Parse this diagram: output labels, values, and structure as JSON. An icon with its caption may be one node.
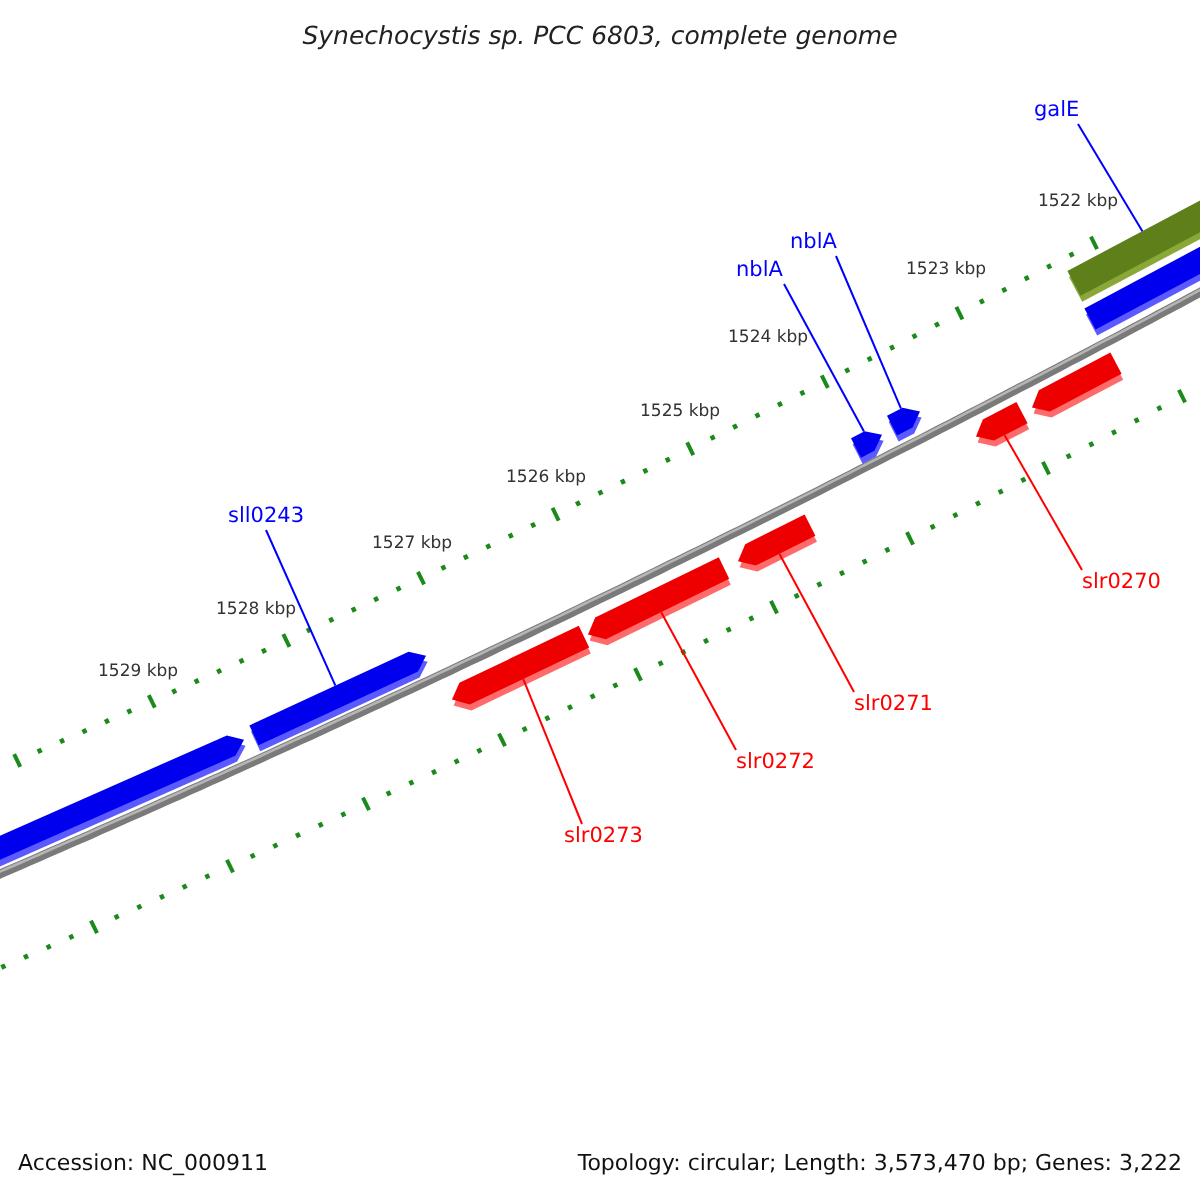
{
  "diagram": {
    "title": "Synechocystis sp. PCC 6803, complete genome",
    "nodes": [
      {
        "text": [
          "galE"
        ]
      },
      {
        "text": [
          "nblA"
        ]
      },
      {
        "text": [
          "nblA"
        ]
      },
      {
        "text": [
          "sll0243"
        ]
      },
      {
        "text": [
          "slr0270"
        ]
      },
      {
        "text": [
          "slr0271"
        ]
      },
      {
        "text": [
          "slr0272"
        ]
      },
      {
        "text": [
          "slr0273"
        ]
      },
      {
        "text": [],
        "shape": "arrow"
      },
      {
        "text": [],
        "shape": "arrow"
      },
      {
        "text": [],
        "shape": "arrow"
      },
      {
        "text": [],
        "shape": "arrow"
      },
      {
        "text": [],
        "shape": "arrow"
      },
      {
        "text": [],
        "shape": "arrow"
      },
      {
        "text": [],
        "shape": "arrow"
      },
      {
        "text": [],
        "shape": "arrow"
      },
      {
        "text": [],
        "shape": "arrow"
      },
      {
        "text": [],
        "shape": "arrow"
      },
      {
        "text": [],
        "shape": "arrow"
      }
    ],
    "edges": [
      {
        "from": 0,
        "to": 17,
        "arrow": "none"
      },
      {
        "from": 1,
        "to": 14,
        "arrow": "none"
      },
      {
        "from": 2,
        "to": 13,
        "arrow": "none"
      },
      {
        "from": 3,
        "to": 9,
        "arrow": "none"
      },
      {
        "from": 4,
        "to": 15,
        "arrow": "none",
        "color": "#ff0000"
      },
      {
        "from": 5,
        "to": 12,
        "arrow": "none",
        "color": "#ff0000"
      },
      {
        "from": 6,
        "to": 11,
        "arrow": "none",
        "color": "#ff0000"
      },
      {
        "from": 7,
        "to": 10,
        "arrow": "none",
        "color": "#ff0000"
      }
    ],
    "labels": [
      "1522 kbp",
      "1523 kbp",
      "1524 kbp",
      "1525 kbp",
      "1526 kbp",
      "1527 kbp",
      "1528 kbp",
      "1529 kbp",
      "Accession: NC_000911",
      "Topology: circular; Length: 3,573,470 bp; Genes: 3,222"
    ]
  }
}
